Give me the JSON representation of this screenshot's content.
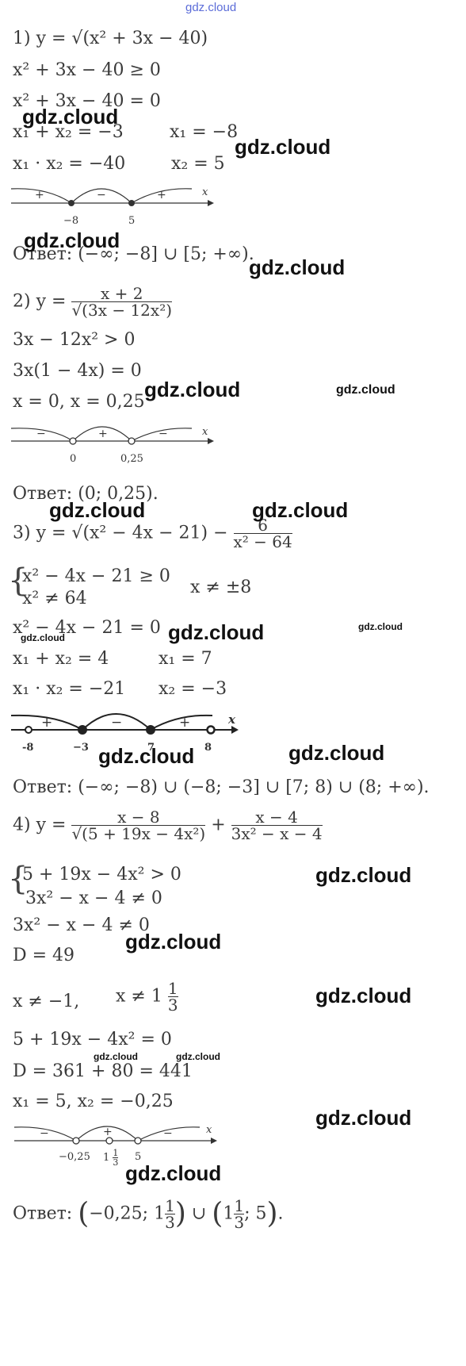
{
  "watermarks": {
    "top": "gdz.cloud",
    "mark": "gdz.cloud"
  },
  "p1": {
    "l1": "1) y = √(x² + 3x − 40)",
    "l2": "x² + 3x − 40 ≥ 0",
    "l3": "x² + 3x − 40 = 0",
    "l4a": "x₁ + x₂ = −3",
    "l4b": "x₁ = −8",
    "l5a": "x₁ · x₂ = −40",
    "l5b": "x₂ = 5",
    "signs": [
      "+",
      "−",
      "+"
    ],
    "ticks": [
      "−8",
      "5"
    ],
    "axis": "x",
    "answer": "Ответ: (−∞; −8] ∪ [5; +∞)."
  },
  "p2": {
    "l1_prefix": "2) y =",
    "l1_num": "x + 2",
    "l1_den": "√(3x − 12x²)",
    "l2": "3x − 12x² > 0",
    "l3": "3x(1 − 4x) = 0",
    "l4": "x = 0,  x = 0,25",
    "signs": [
      "−",
      "+",
      "−"
    ],
    "ticks": [
      "0",
      "0,25"
    ],
    "axis": "x",
    "answer": "Ответ: (0; 0,25)."
  },
  "p3": {
    "l1_prefix": "3) y = √(x² − 4x − 21) −",
    "l1_num": "6",
    "l1_den": "x² − 64",
    "sys1": "x² − 4x − 21 ≥ 0",
    "sys2": "x² ≠ 64",
    "side": "x ≠ ±8",
    "l4": "x² − 4x − 21 = 0",
    "l5a": "x₁ + x₂ = 4",
    "l5b": "x₁ = 7",
    "l6a": "x₁ · x₂ = −21",
    "l6b": "x₂ = −3",
    "signs": [
      "+",
      "−",
      "+"
    ],
    "ticks": [
      "-8",
      "−3",
      "7",
      "8"
    ],
    "axis": "x",
    "answer": "Ответ: (−∞; −8) ∪ (−8; −3] ∪ [7; 8) ∪ (8; +∞)."
  },
  "p4": {
    "l1_prefix": "4) y =",
    "f1_num": "x − 8",
    "f1_den": "√(5 + 19x − 4x²)",
    "plus": "+",
    "f2_num": "x − 4",
    "f2_den": "3x² − x − 4",
    "sys1": "5 + 19x − 4x² > 0",
    "sys2": "3x² − x − 4 ≠ 0",
    "l3": "3x² − x − 4 ≠ 0",
    "l4": "D = 49",
    "l5a": "x ≠ −1,",
    "l5b": "x ≠ 1",
    "l5b_num": "1",
    "l5b_den": "3",
    "l6": "5 + 19x − 4x² = 0",
    "l7": "D = 361 + 80 = 441",
    "l8": "x₁ = 5,  x₂ = −0,25",
    "signs": [
      "−",
      "+",
      "−"
    ],
    "ticks": [
      "−0,25",
      "1",
      "5"
    ],
    "tick_frac_num": "1",
    "tick_frac_den": "3",
    "axis": "x",
    "answer_prefix": "Ответ:",
    "answer_a": "−0,25; 1",
    "answer_b": "∪",
    "answer_c": "1",
    "answer_d": "; 5",
    "answer_end": ".",
    "ans_num": "1",
    "ans_den": "3"
  }
}
